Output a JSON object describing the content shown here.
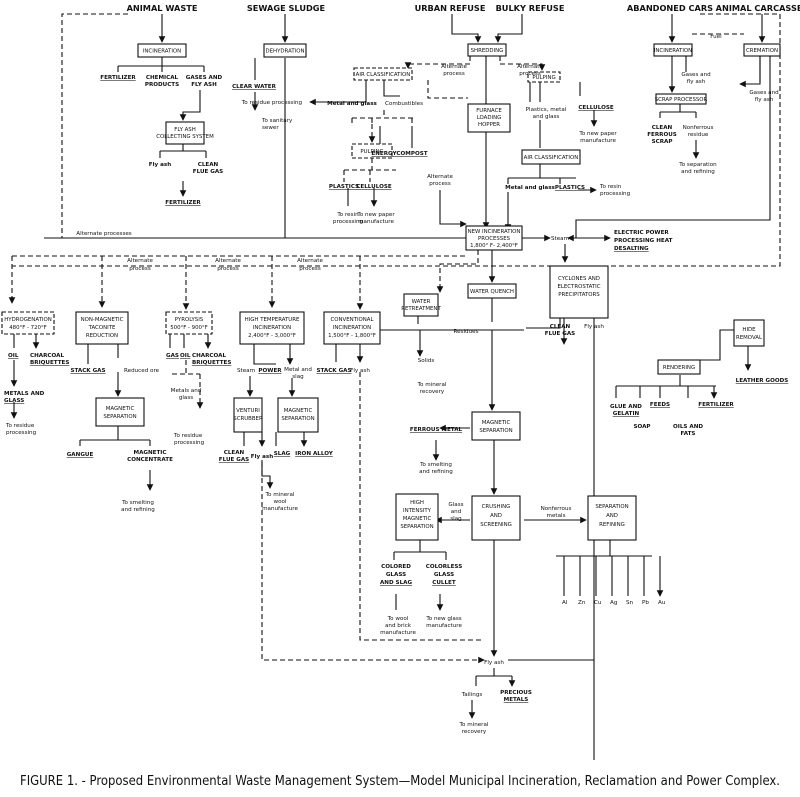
{
  "sources": {
    "animal_waste": "ANIMAL WASTE",
    "sewage_sludge": "SEWAGE SLUDGE",
    "urban_refuse": "URBAN REFUSE",
    "bulky_refuse": "BULKY REFUSE",
    "abandoned_cars": "ABANDONED CARS",
    "animal_carcasses": "ANIMAL CARCASSES"
  },
  "boxes": {
    "incineration_1": "INCINERATION",
    "dehydration": "DEHYDRATION",
    "shredding": "SHREDDING",
    "incineration_2": "INCINERATION",
    "cremation": "CREMATION",
    "air_classification_1": "AIR CLASSIFICATION",
    "pulping_1": "PULPING",
    "scrap_processor": "SCRAP PROCESSOR",
    "fly_ash_collecting": [
      "FLY ASH",
      "COLLECTING SYSTEM"
    ],
    "furnace_loading": [
      "FURNACE",
      "LOADING",
      "HOPPER"
    ],
    "pulping_2": "PULPING",
    "air_classification_2": "AIR CLASSIFICATION",
    "new_incineration": [
      "NEW INCINERATION",
      "PROCESSES",
      "1,800° F- 2,400°F"
    ],
    "cyclones": [
      "CYCLONES AND",
      "ELECTROSTATIC",
      "PRECIPITATORS"
    ],
    "water_retreatment": [
      "WATER",
      "RETREATMENT"
    ],
    "water_quench": "WATER QUENCH",
    "hydrogenation": [
      "HYDROGENATION",
      "480°F - 720°F"
    ],
    "taconite": [
      "NON-MAGNETIC",
      "TACONITE",
      "REDUCTION"
    ],
    "pyrolysis": [
      "PYROLYSIS",
      "500°F - 900°F"
    ],
    "high_temp": [
      "HIGH TEMPERATURE",
      "INCINERATION",
      "2,400°F - 3,000°F"
    ],
    "conventional": [
      "CONVENTIONAL",
      "INCINERATION",
      "1,500°F - 1,800°F"
    ],
    "hide_removal": [
      "HIDE",
      "REMOVAL"
    ],
    "rendering": "RENDERING",
    "magnetic_sep_1": [
      "MAGNETIC",
      "SEPARATION"
    ],
    "venturi": [
      "VENTURI",
      "SCRUBBER"
    ],
    "magnetic_sep_2": [
      "MAGNETIC",
      "SEPARATION"
    ],
    "magnetic_sep_3": [
      "MAGNETIC",
      "SEPARATION"
    ],
    "crushing": [
      "CRUSHING",
      "AND",
      "SCREENING"
    ],
    "high_intensity": [
      "HIGH",
      "INTENSITY",
      "MAGNETIC",
      "SEPARATION"
    ],
    "separation_refining": [
      "SEPARATION",
      "AND",
      "REFINING"
    ]
  },
  "labels": {
    "fertilizer_1": "FERTILIZER",
    "chemical_products": [
      "CHEMICAL",
      "PRODUCTS"
    ],
    "gases_fly_ash_1": [
      "GASES AND",
      "FLY ASH"
    ],
    "clear_water": "CLEAR WATER",
    "to_sanitary_sewer": [
      "To sanitary",
      "sewer"
    ],
    "alternate_process_a": [
      "Alternate",
      "process"
    ],
    "alternate_process_b": [
      "Alternate",
      "process"
    ],
    "fuel": "Fuel",
    "gases_fly_ash_2": [
      "Gases and",
      "fly ash"
    ],
    "gases_fly_ash_3": [
      "Gases and",
      "fly ash"
    ],
    "to_residue_processing_1": "To residue processing",
    "metal_and_glass_1": "Metal and glass",
    "combustibles": "Combustibles",
    "plastics_metal_glass": [
      "Plastics, metal",
      "and glass"
    ],
    "cellulose_1": "CELLULOSE",
    "to_new_paper_1": [
      "To new paper",
      "manufacture"
    ],
    "clean_ferrous_scrap": [
      "CLEAN",
      "FERROUS",
      "SCRAP"
    ],
    "nonferrous_residue": [
      "Nonferrous",
      "residue"
    ],
    "to_separation_refining": [
      "To separation",
      "and refining"
    ],
    "fly_ash_1": "Fly ash",
    "clean_flue_gas_1": [
      "CLEAN",
      "FLUE GAS"
    ],
    "fertilizer_2": "FERTILIZER",
    "energy": "ENERGY",
    "compost": "COMPOST",
    "plastics_1": "PLASTICS",
    "cellulose_2": "CELLULOSE",
    "to_resin_processing_1": [
      "To resin",
      "processing"
    ],
    "to_new_paper_2": [
      "To new paper",
      "manufacture"
    ],
    "alternate_process_c": [
      "Alternate",
      "process"
    ],
    "metal_and_glass_2": "Metal and glass",
    "plastics_2": "PLASTICS",
    "to_resin_processing_2": [
      "To resin",
      "processing"
    ],
    "alternate_processes": "Alternate processes",
    "alt_process_1": [
      "Alternate",
      "process"
    ],
    "alt_process_2": [
      "Alternate",
      "process"
    ],
    "alt_process_3": [
      "Alternate",
      "process"
    ],
    "steam_1": "Steam",
    "electric_power": [
      "ELECTRIC POWER",
      "PROCESSING HEAT",
      "DESALTING"
    ],
    "residues": "Residues",
    "clean_flue_gas_2": [
      "CLEAN",
      "FLUE GAS"
    ],
    "fly_ash_2": "Fly ash",
    "oil_1": "OIL",
    "charcoal_briquettes_1": [
      "CHARCOAL",
      "BRIQUETTES"
    ],
    "metals_and_glass": [
      "METALS AND",
      "GLASS"
    ],
    "to_residue_processing_2": [
      "To residue",
      "processing"
    ],
    "stack_gas_1": "STACK GAS",
    "reduced_ore": "Reduced ore",
    "gas": "GAS",
    "oil_2": "OIL",
    "charcoal_briquettes_2": [
      "CHARCOAL",
      "BRIQUETTES"
    ],
    "metals_and_glass_2": [
      "Metals and",
      "glass"
    ],
    "to_residue_processing_3": [
      "To residue",
      "processing"
    ],
    "steam_2": "Steam",
    "power": "POWER",
    "metal_and_slag": [
      "Metal and",
      "slag"
    ],
    "stack_gas_2": "STACK GAS",
    "fly_ash_3": "Fly ash",
    "solids": "Solids",
    "to_mineral_recovery_1": [
      "To mineral",
      "recovery"
    ],
    "leather_goods": "LEATHER GOODS",
    "glue_gelatin": [
      "GLUE AND",
      "GELATIN"
    ],
    "soap": "SOAP",
    "feeds": "FEEDS",
    "oils_fats": [
      "OILS AND",
      "FATS"
    ],
    "fertilizer_3": "FERTILIZER",
    "gangue": "GANGUE",
    "magnetic_concentrate": [
      "MAGNETIC",
      "CONCENTRATE"
    ],
    "to_smelting_1": [
      "To smelting",
      "and refining"
    ],
    "clean_flue_gas_3": [
      "CLEAN",
      "FLUE GAS"
    ],
    "fly_ash_4": "Fly ash",
    "slag": "SLAG",
    "iron_alloy": "IRON ALLOY",
    "to_mineral_wool": [
      "To mineral",
      "wool",
      "manufacture"
    ],
    "ferrous_metal": "FERROUS METAL",
    "to_smelting_2": [
      "To smelting",
      "and refining"
    ],
    "glass_and_slag": [
      "Glass",
      "and",
      "slag"
    ],
    "nonferrous_metals": [
      "Nonferrous",
      "metals"
    ],
    "colored_glass": [
      "COLORED",
      "GLASS",
      "AND SLAG"
    ],
    "colorless_glass": [
      "COLORLESS",
      "GLASS",
      "CULLET"
    ],
    "to_wool_brick": [
      "To wool",
      "and brick",
      "manufacture"
    ],
    "to_new_glass": [
      "To new glass",
      "manufacture"
    ],
    "metals": [
      "Al",
      "Zn",
      "Cu",
      "Ag",
      "Sn",
      "Pb",
      "Au"
    ],
    "fly_ash_5": "Fly ash",
    "tailings": "Tailings",
    "precious_metals": [
      "PRECIOUS",
      "METALS"
    ],
    "to_mineral_recovery_2": [
      "To mineral",
      "recovery"
    ]
  },
  "caption": "FIGURE 1. - Proposed Environmental Waste Management System—Model Municipal Incineration, Reclamation and Power Complex."
}
